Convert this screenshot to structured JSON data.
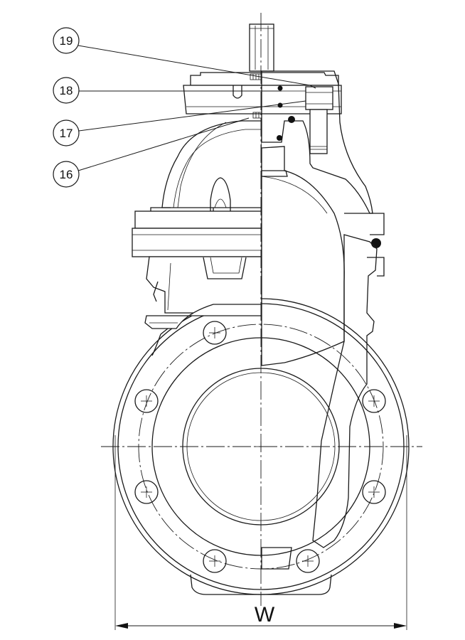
{
  "callouts": [
    {
      "id": "19",
      "label": "19"
    },
    {
      "id": "18",
      "label": "18"
    },
    {
      "id": "17",
      "label": "17"
    },
    {
      "id": "16",
      "label": "16"
    }
  ],
  "dimension": {
    "label": "W"
  },
  "colors": {
    "line": "#1a1a1a",
    "background": "#ffffff",
    "fill_dark": "#111111"
  }
}
